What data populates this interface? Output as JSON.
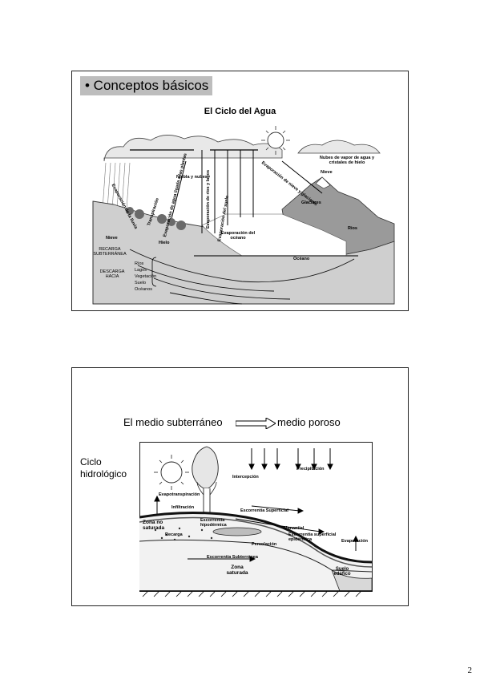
{
  "slide1": {
    "bullet": "• Conceptos básicos",
    "title": "El Ciclo del Agua",
    "labels": {
      "nubes": "Nubes de vapor de agua y cristales de hielo",
      "nieve_top": "Nieve",
      "niebla": "Niebla y nubes",
      "evap_lluvia": "Evaporación de la lluvia",
      "transpiracion": "Transpiración",
      "evap_ligada": "Evaporación de agua ligada a las plantas",
      "evap_rios": "Evaporación de ríos y lagos",
      "evap_suelo": "Evaporación del suelo",
      "evap_oceano": "Evaporación del océano",
      "evap_nieve": "Evaporación de nieve y glaciares",
      "glaciares": "Glaciares",
      "rios_right": "Rios",
      "oceano": "Océano",
      "nieve_low": "Nieve",
      "hielo": "Hielo",
      "recarga": "RECARGA SUBTERRÁNEA",
      "descarga": "DESCARGA HACIA",
      "descarga_list": [
        "Ríos",
        "Lagos",
        "Vegetación",
        "Suelo",
        "Océanos"
      ]
    }
  },
  "slide2": {
    "title_left": "El medio subterráneo",
    "title_right": "medio poroso",
    "ciclo": [
      "Ciclo",
      "hidrológico"
    ],
    "labels": {
      "precipitacion": "Precipitación",
      "intercepcion": "Intercepción",
      "evapotranspiracion": "Evapotranspiración",
      "infiltracion": "Infiltración",
      "escorrentia_sup": "Escorrentía Superficial",
      "zona_no": "Zona no saturada",
      "escorrentia_hipo": "Escorrentía hipodérmica",
      "recarga": "Recarga",
      "manantial": "Manantial",
      "escorrentia_epi": "Escorrentía superficial epidérmica",
      "evaporacion": "Evaporación",
      "percolacion": "Percolación",
      "escorrentia_sub": "Escorrentía Subterránea",
      "zona_sat": "Zona saturada",
      "suelo": "Suelo edáfico"
    }
  },
  "page_number": "2"
}
